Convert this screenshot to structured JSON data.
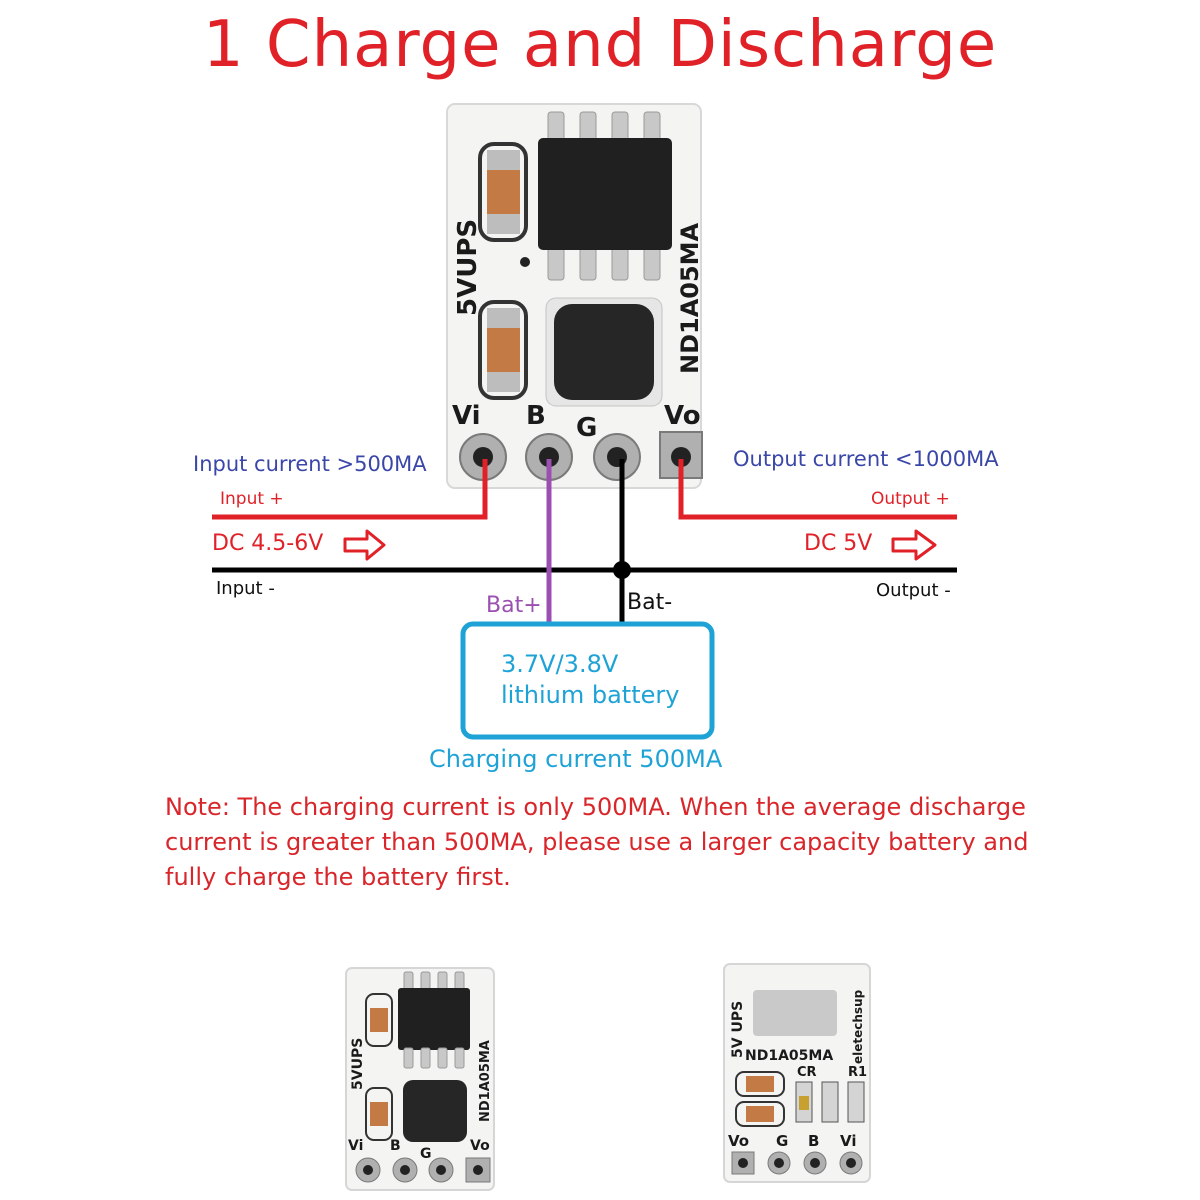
{
  "title": "1 Charge and Discharge",
  "board": {
    "model": "5VUPS",
    "part": "ND1A05MA",
    "pins": [
      "Vi",
      "B",
      "G",
      "Vo"
    ]
  },
  "labels": {
    "input_current": "Input current >500MA",
    "output_current": "Output current <1000MA",
    "input_plus": "Input +",
    "output_plus": "Output +",
    "input_voltage": "DC 4.5-6V",
    "output_voltage": "DC 5V",
    "input_minus": "Input -",
    "output_minus": "Output -",
    "bat_plus": "Bat+",
    "bat_minus": "Bat-",
    "battery_line1": "3.7V/3.8V",
    "battery_line2": "lithium battery",
    "charging_current": "Charging current 500MA"
  },
  "note": "Note: The charging current is only 500MA. When the average discharge current is greater than 500MA, please use a larger capacity battery and fully charge the battery first.",
  "photo_front": {
    "model": "5VUPS",
    "part": "ND1A05MA",
    "pins": [
      "Vi",
      "B",
      "G",
      "Vo"
    ]
  },
  "photo_back": {
    "model": "5V UPS",
    "part": "ND1A05MA",
    "brand": "eletechsup",
    "leds": [
      "CR",
      "R1"
    ],
    "pins": [
      "Vo",
      "G",
      "B",
      "Vi"
    ]
  },
  "colors": {
    "title": "#e02228",
    "positive_wire": "#e02228",
    "negative_wire": "#000000",
    "battery_wire": "#9b4fb0",
    "battery_box": "#1fa3d6",
    "current_label": "#3b47a8",
    "note": "#d8262b"
  }
}
